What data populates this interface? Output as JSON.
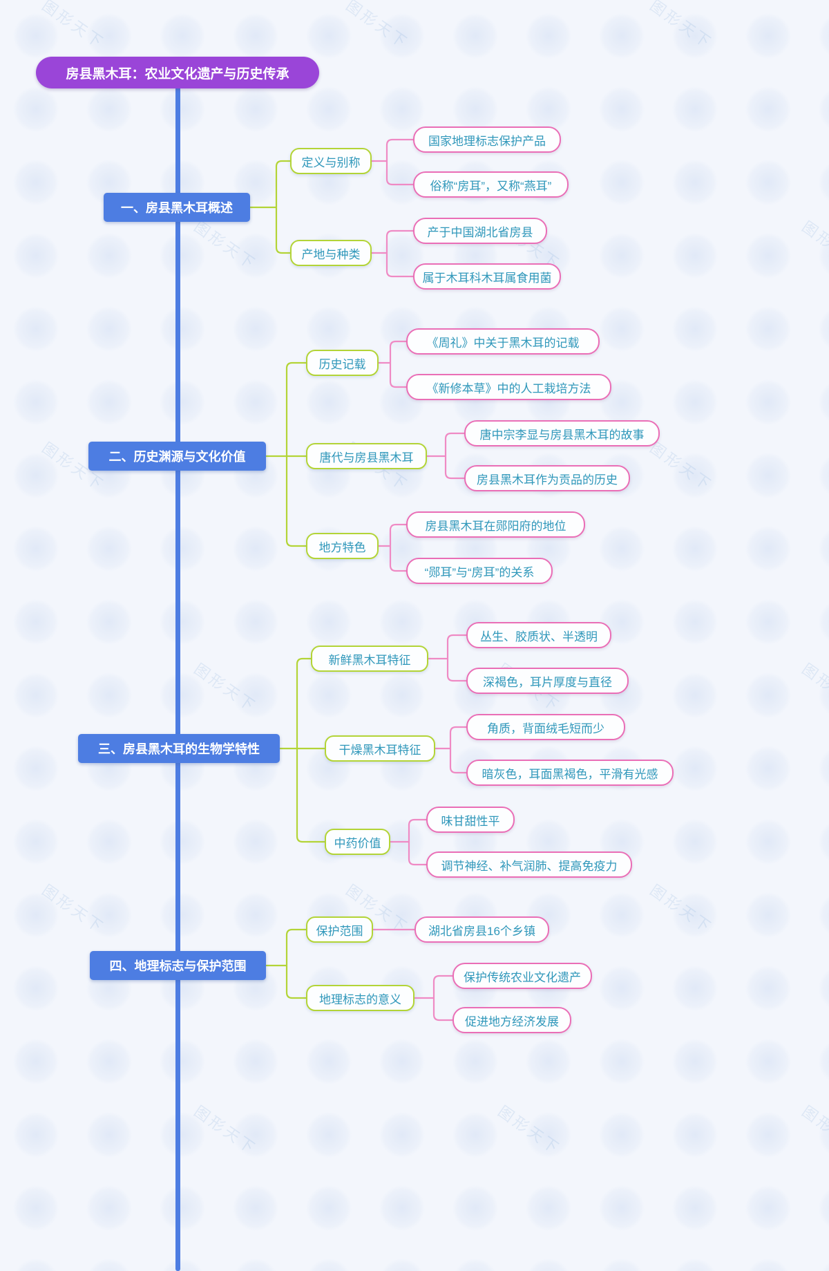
{
  "title": "房县黑木耳：农业文化遗产与历史传承",
  "watermark": "图形天下",
  "colors": {
    "spine": "#4d7de2",
    "branch_fill": "#4d7de2",
    "title_fill": "#9a45d8",
    "topic_border": "#b3d436",
    "leaf_border": "#ea6eb6",
    "node_text": "#2f97ba"
  },
  "branches": [
    {
      "label": "一、房县黑木耳概述",
      "topics": [
        {
          "label": "定义与别称",
          "leaves": [
            "国家地理标志保护产品",
            "俗称“房耳”，又称“燕耳”"
          ]
        },
        {
          "label": "产地与种类",
          "leaves": [
            "产于中国湖北省房县",
            "属于木耳科木耳属食用菌"
          ]
        }
      ]
    },
    {
      "label": "二、历史渊源与文化价值",
      "topics": [
        {
          "label": "历史记载",
          "leaves": [
            "《周礼》中关于黑木耳的记载",
            "《新修本草》中的人工栽培方法"
          ]
        },
        {
          "label": "唐代与房县黑木耳",
          "leaves": [
            "唐中宗李显与房县黑木耳的故事",
            "房县黑木耳作为贡品的历史"
          ]
        },
        {
          "label": "地方特色",
          "leaves": [
            "房县黑木耳在郧阳府的地位",
            "“郧耳”与“房耳”的关系"
          ]
        }
      ]
    },
    {
      "label": "三、房县黑木耳的生物学特性",
      "topics": [
        {
          "label": "新鲜黑木耳特征",
          "leaves": [
            "丛生、胶质状、半透明",
            "深褐色，耳片厚度与直径"
          ]
        },
        {
          "label": "干燥黑木耳特征",
          "leaves": [
            "角质，背面绒毛短而少",
            "暗灰色，耳面黑褐色，平滑有光感"
          ]
        },
        {
          "label": "中药价值",
          "leaves": [
            "味甘甜性平",
            "调节神经、补气润肺、提高免疫力"
          ]
        }
      ]
    },
    {
      "label": "四、地理标志与保护范围",
      "topics": [
        {
          "label": "保护范围",
          "leaves": [
            "湖北省房县16个乡镇"
          ]
        },
        {
          "label": "地理标志的意义",
          "leaves": [
            "保护传统农业文化遗产",
            "促进地方经济发展"
          ]
        }
      ]
    }
  ]
}
